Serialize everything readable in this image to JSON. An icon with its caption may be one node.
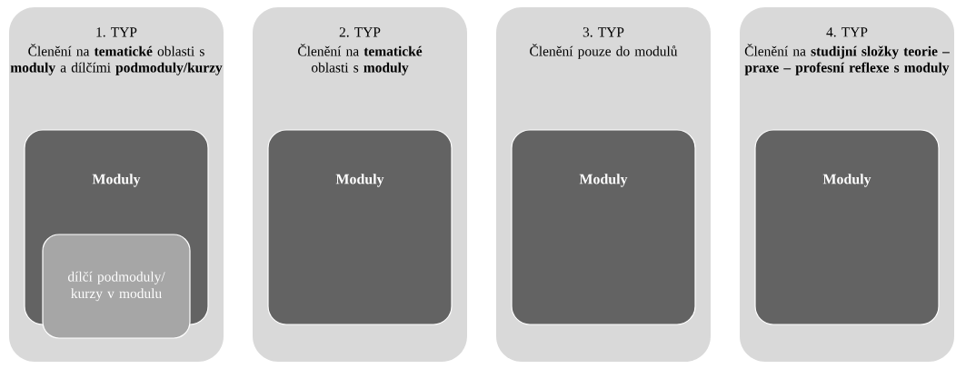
{
  "diagram": {
    "nodes": [
      {
        "text": [
          "1. TYP",
          "Členění na **tematické** oblasti s **moduly** a dílčími **podmoduly/kurzy**"
        ]
      },
      {
        "text": [
          "Moduly"
        ],
        "in": 0
      },
      {
        "text": [
          "dílčí podmoduly/ kurzy v modulu"
        ],
        "in": 0
      },
      {
        "text": [
          "2. TYP",
          "Členění na **tematické** oblasti s **moduly**"
        ]
      },
      {
        "text": [
          "Moduly"
        ],
        "in": 3
      },
      {
        "text": [
          "3. TYP",
          "Členění pouze do modulů"
        ]
      },
      {
        "text": [
          "Moduly"
        ],
        "in": 5
      },
      {
        "text": [
          "4. TYP",
          "Členění na **studijní složky teorie – praxe – profesní reflexe s moduly**"
        ]
      },
      {
        "text": [
          "Moduly"
        ],
        "in": 7
      }
    ]
  }
}
